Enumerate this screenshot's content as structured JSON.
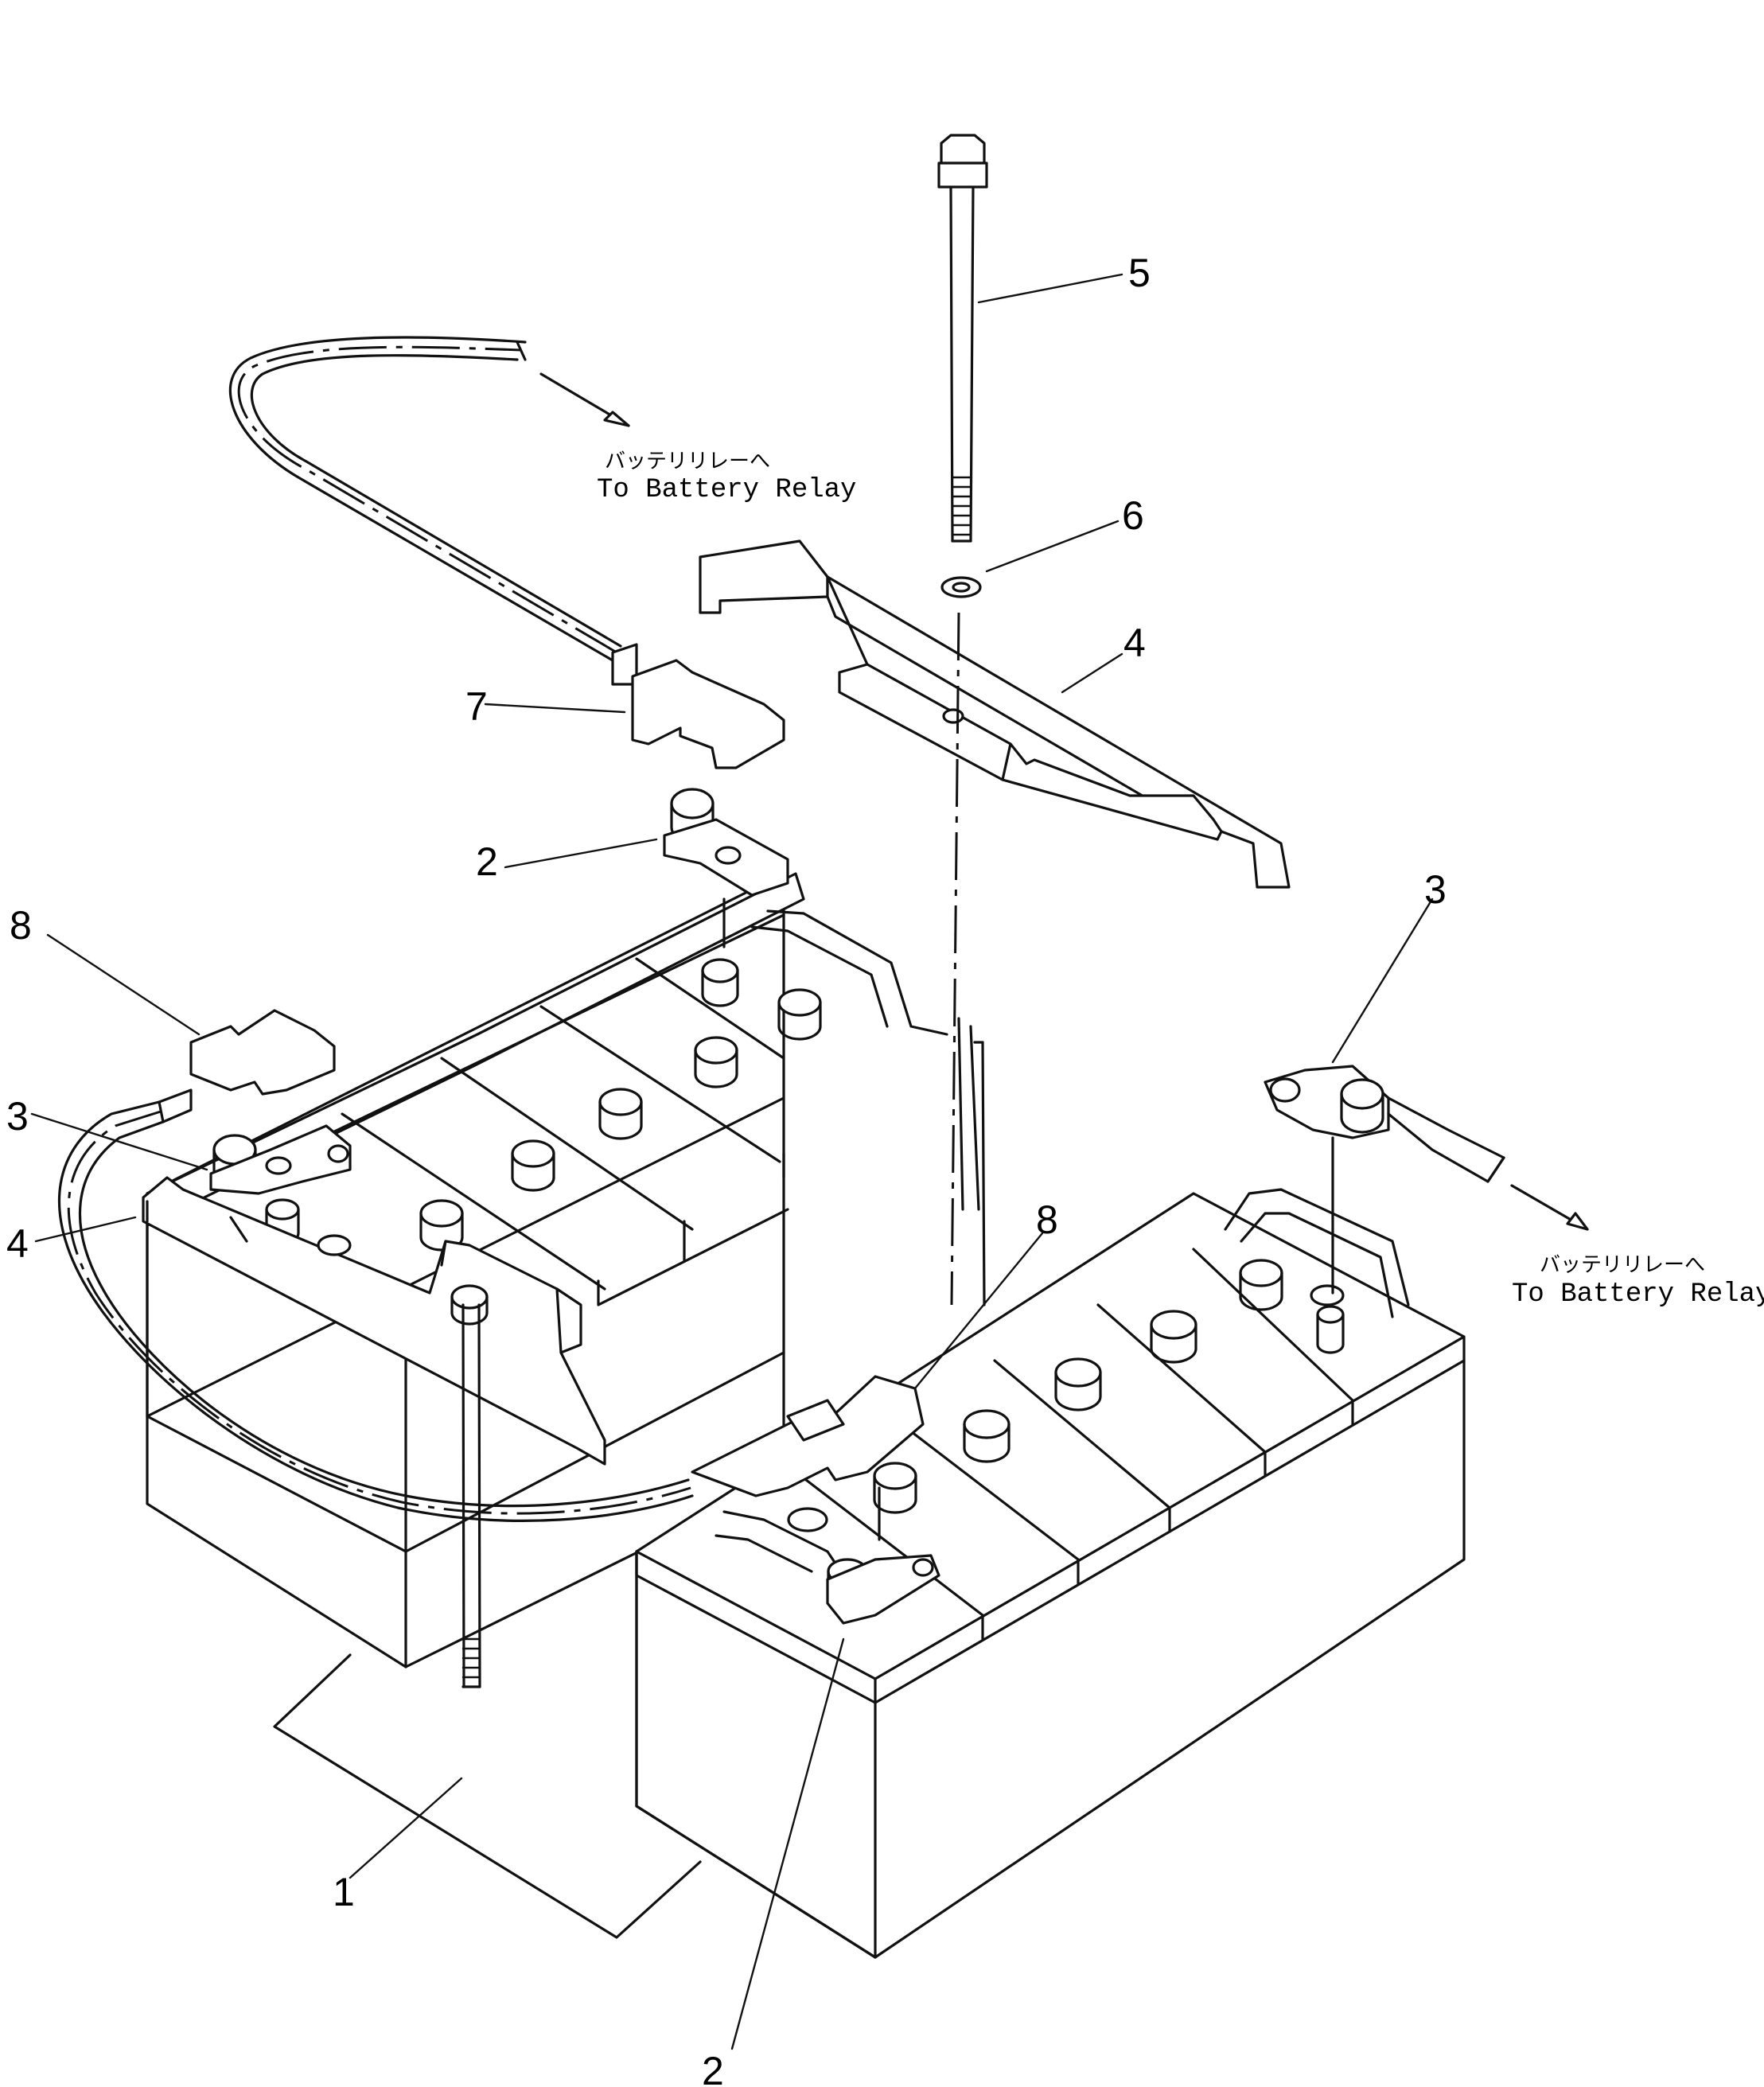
{
  "diagram": {
    "callouts": [
      {
        "id": "c1",
        "label": "1"
      },
      {
        "id": "c2a",
        "label": "2"
      },
      {
        "id": "c2b",
        "label": "2"
      },
      {
        "id": "c3a",
        "label": "3"
      },
      {
        "id": "c3b",
        "label": "3"
      },
      {
        "id": "c4a",
        "label": "4"
      },
      {
        "id": "c4b",
        "label": "4"
      },
      {
        "id": "c5",
        "label": "5"
      },
      {
        "id": "c6",
        "label": "6"
      },
      {
        "id": "c7",
        "label": "7"
      },
      {
        "id": "c8a",
        "label": "8"
      },
      {
        "id": "c8b",
        "label": "8"
      }
    ],
    "notes": {
      "relay_upper_jp": "バッテリリレーへ",
      "relay_upper_en": "To Battery Relay",
      "relay_right_jp": "バッテリリレーへ",
      "relay_right_en": "To Battery Relay"
    }
  }
}
